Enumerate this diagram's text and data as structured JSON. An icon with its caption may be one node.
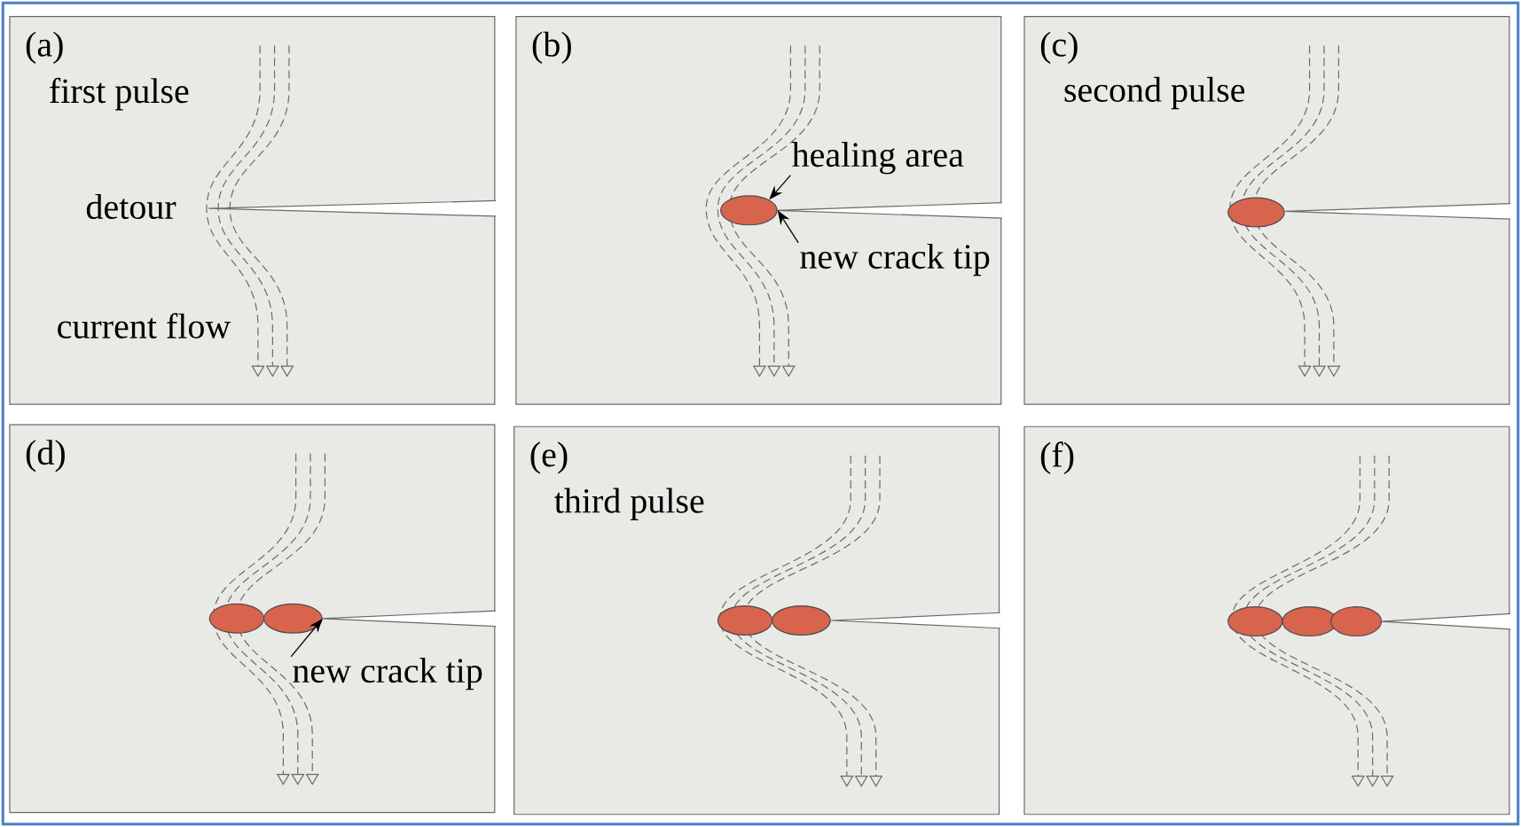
{
  "diagram": {
    "nodes": [
      {
        "text": [
          "(a)"
        ]
      },
      {
        "text": [
          "(b)"
        ]
      },
      {
        "text": [
          "healing area"
        ],
        "in": 1
      },
      {
        "text": [
          "new crack tip"
        ],
        "in": 1
      },
      {
        "text": [],
        "shape": "ellipse",
        "in": 1
      },
      {
        "text": [
          "(c)"
        ]
      },
      {
        "text": [],
        "shape": "ellipse",
        "in": 5
      },
      {
        "text": [
          "(d)"
        ]
      },
      {
        "text": [
          "new crack tip"
        ],
        "in": 7
      },
      {
        "text": [],
        "shape": "ellipse",
        "in": 7
      },
      {
        "text": [],
        "shape": "ellipse",
        "in": 7
      },
      {
        "text": [
          "(e)"
        ]
      },
      {
        "text": [],
        "shape": "ellipse",
        "in": 11
      },
      {
        "text": [],
        "shape": "ellipse",
        "in": 11
      },
      {
        "text": [
          "(f)"
        ]
      },
      {
        "text": [],
        "shape": "ellipse",
        "in": 14
      },
      {
        "text": [],
        "shape": "ellipse",
        "in": 14
      },
      {
        "text": [],
        "shape": "ellipse",
        "in": 14
      }
    ],
    "edges": [
      {
        "from": 2,
        "to": 4,
        "arrow": "to"
      },
      {
        "from": 3,
        "to": 4,
        "arrow": "to"
      },
      {
        "from": 8,
        "to": 10,
        "arrow": "to"
      }
    ],
    "labels": [
      "first pulse",
      "detour",
      "current flow",
      "second pulse",
      "third pulse"
    ]
  }
}
